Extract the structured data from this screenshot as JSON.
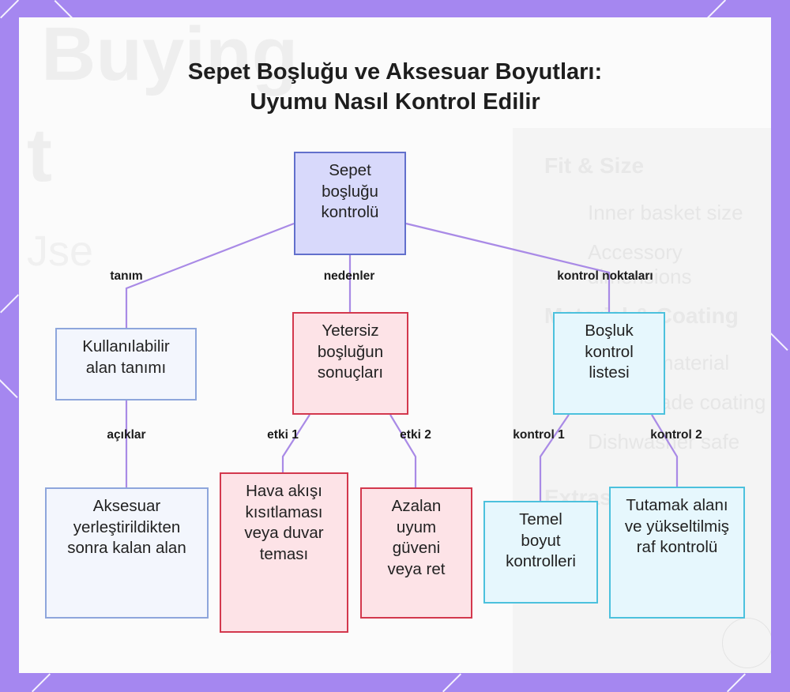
{
  "title": {
    "line1": "Sepet Boşluğu ve Aksesuar Boyutları:",
    "line2": "Uyumu Nasıl Kontrol Edilir"
  },
  "background_watermark": {
    "big_text": "Buying",
    "side_text_1": "t",
    "side_text_2": "Jse",
    "panel_items": [
      "Fit & Size",
      "Inner basket size",
      "Accessory dimensions",
      "Material & Coating",
      "Basket material",
      "Food-grade coating",
      "Dishwasher safe",
      "Extras, Use, Care"
    ]
  },
  "nodes": {
    "root": "Sepet boşluğu kontrolü",
    "definition": "Kullanılabilir alan tanımı",
    "definition_detail": "Aksesuar yerleştirildikten sonra kalan alan",
    "consequences": "Yetersiz boşluğun sonuçları",
    "effect1": "Hava akışı kısıtlaması veya duvar teması",
    "effect2": "Azalan uyum güveni veya ret",
    "checklist": "Boşluk kontrol listesi",
    "check1": "Temel boyut kontrolleri",
    "check2": "Tutamak alanı ve yükseltilmiş raf kontrolü"
  },
  "edge_labels": {
    "tanim": "tanım",
    "nedenler": "nedenler",
    "kontrol_noktalari": "kontrol noktaları",
    "aciklar": "açıklar",
    "etki1": "etki 1",
    "etki2": "etki 2",
    "kontrol1": "kontrol 1",
    "kontrol2": "kontrol 2"
  },
  "colors": {
    "background": "#a587f0",
    "connector": "#a98ae6",
    "root_border": "#6270cc",
    "red_border": "#d3384d",
    "cyan_border": "#4cc1dd"
  }
}
